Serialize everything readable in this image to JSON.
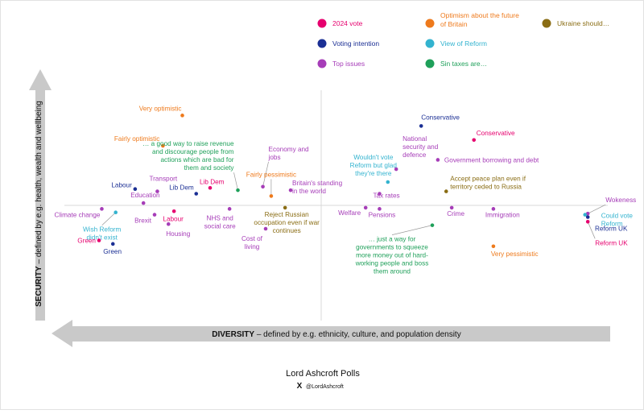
{
  "colors": {
    "vote_2024": "#e6006e",
    "voting_intention": "#1b2f94",
    "top_issues": "#a63db8",
    "optimism": "#ee7a1c",
    "reform_view": "#33b3cf",
    "sin_taxes": "#1fa05a",
    "ukraine": "#8a6d14",
    "axis_arrow": "#c9c9c9",
    "axis_text": "#111111",
    "grid": "#d8d8d8",
    "callout": "#999999"
  },
  "legend": [
    {
      "key": "vote_2024",
      "label": "2024 vote"
    },
    {
      "key": "voting_intention",
      "label": "Voting intention"
    },
    {
      "key": "top_issues",
      "label": "Top issues"
    },
    {
      "key": "optimism",
      "label": "Optimism about the future\nof Britain"
    },
    {
      "key": "reform_view",
      "label": "View of Reform"
    },
    {
      "key": "sin_taxes",
      "label": "Sin taxes are…"
    },
    {
      "key": "ukraine",
      "label": "Ukraine should…"
    }
  ],
  "axes": {
    "y_label_bold": "SECURITY",
    "y_label_rest": " – defined by e.g. health, wealth and wellbeing",
    "x_label_bold": "DIVERSITY",
    "x_label_rest": " – defined by e.g. ethnicity, culture, and population density"
  },
  "source": {
    "name": "Lord Ashcroft Polls",
    "x_logo": "X",
    "handle": "@LordAshcroft"
  },
  "chart_data": {
    "type": "scatter",
    "xlim": [
      -1,
      1
    ],
    "ylim": [
      -1,
      1
    ],
    "grid": "center crosshair",
    "legend_position": "top-right",
    "points": [
      {
        "key": "optimism",
        "label": "Very optimistic",
        "x": -0.5,
        "y": 0.77
      },
      {
        "key": "optimism",
        "label": "Fairly optimistic",
        "x": -0.57,
        "y": 0.51
      },
      {
        "key": "sin_taxes",
        "label": "… a good way to raise revenue\nand discourage people from\nactions which are bad for\nthem and society",
        "x": -0.3,
        "y": 0.13
      },
      {
        "key": "voting_intention",
        "label": "Conservative",
        "x": 0.36,
        "y": 0.68
      },
      {
        "key": "vote_2024",
        "label": "Conservative",
        "x": 0.55,
        "y": 0.56
      },
      {
        "key": "top_issues",
        "label": "Economy and\njobs",
        "x": -0.21,
        "y": 0.16
      },
      {
        "key": "top_issues",
        "label": "National\nsecurity and\ndefence",
        "x": 0.27,
        "y": 0.31
      },
      {
        "key": "top_issues",
        "label": "Government borrowing and debt",
        "x": 0.42,
        "y": 0.39
      },
      {
        "key": "reform_view",
        "label": "Wouldn't vote\nReform but glad\nthey're there",
        "x": 0.24,
        "y": 0.2
      },
      {
        "key": "optimism",
        "label": "Fairly pessimistic",
        "x": -0.18,
        "y": 0.08
      },
      {
        "key": "top_issues",
        "label": "Britain's standing\nin the world",
        "x": -0.11,
        "y": 0.13
      },
      {
        "key": "top_issues",
        "label": "Tax rates",
        "x": 0.21,
        "y": 0.1
      },
      {
        "key": "ukraine",
        "label": "Accept peace plan even if\nterritory ceded to Russia",
        "x": 0.45,
        "y": 0.12
      },
      {
        "key": "voting_intention",
        "label": "Labour",
        "x": -0.67,
        "y": 0.14
      },
      {
        "key": "top_issues",
        "label": "Transport",
        "x": -0.59,
        "y": 0.12
      },
      {
        "key": "vote_2024",
        "label": "Lib Dem",
        "x": -0.4,
        "y": 0.15
      },
      {
        "key": "voting_intention",
        "label": "Lib Dem",
        "x": -0.45,
        "y": 0.1
      },
      {
        "key": "top_issues",
        "label": "Education",
        "x": -0.64,
        "y": 0.02
      },
      {
        "key": "top_issues",
        "label": "Climate change",
        "x": -0.79,
        "y": -0.03
      },
      {
        "key": "reform_view",
        "label": "Wish Reform\ndidn't exist",
        "x": -0.74,
        "y": -0.06
      },
      {
        "key": "top_issues",
        "label": "Brexit",
        "x": -0.6,
        "y": -0.08
      },
      {
        "key": "vote_2024",
        "label": "Labour",
        "x": -0.53,
        "y": -0.05
      },
      {
        "key": "top_issues",
        "label": "NHS and\nsocial care",
        "x": -0.33,
        "y": -0.03
      },
      {
        "key": "ukraine",
        "label": "Reject Russian\noccupation even if war\ncontinues",
        "x": -0.13,
        "y": -0.02
      },
      {
        "key": "top_issues",
        "label": "Welfare",
        "x": 0.16,
        "y": -0.02
      },
      {
        "key": "top_issues",
        "label": "Pensions",
        "x": 0.21,
        "y": -0.03
      },
      {
        "key": "top_issues",
        "label": "Crime",
        "x": 0.47,
        "y": -0.02
      },
      {
        "key": "top_issues",
        "label": "Immigration",
        "x": 0.62,
        "y": -0.03
      },
      {
        "key": "top_issues",
        "label": "Housing",
        "x": -0.55,
        "y": -0.16
      },
      {
        "key": "top_issues",
        "label": "Cost of\nliving",
        "x": -0.2,
        "y": -0.2
      },
      {
        "key": "sin_taxes",
        "label": "… just a way for\ngovernments to squeeze\nmore money out of hard-\nworking people and boss\nthem around",
        "x": 0.4,
        "y": -0.17
      },
      {
        "key": "vote_2024",
        "label": "Green",
        "x": -0.8,
        "y": -0.3
      },
      {
        "key": "voting_intention",
        "label": "Green",
        "x": -0.75,
        "y": -0.33
      },
      {
        "key": "optimism",
        "label": "Very pessimistic",
        "x": 0.62,
        "y": -0.35
      },
      {
        "key": "top_issues",
        "label": "Wokeness",
        "x": 0.96,
        "y": -0.07
      },
      {
        "key": "reform_view",
        "label": "Could vote\nReform",
        "x": 0.95,
        "y": -0.08
      },
      {
        "key": "voting_intention",
        "label": "Reform UK",
        "x": 0.96,
        "y": -0.1
      },
      {
        "key": "vote_2024",
        "label": "Reform UK",
        "x": 0.96,
        "y": -0.14
      }
    ]
  }
}
